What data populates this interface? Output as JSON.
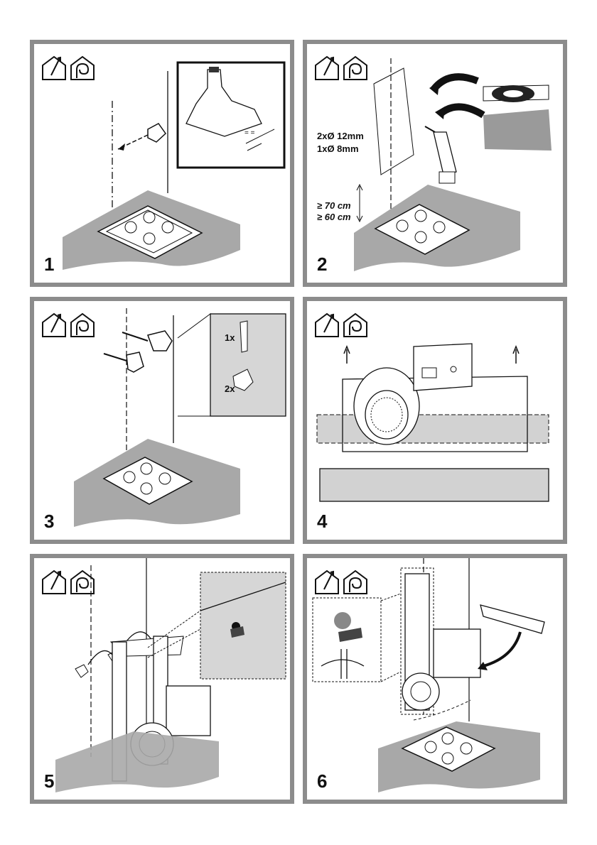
{
  "steps": [
    {
      "number": "1"
    },
    {
      "number": "2",
      "drill_holes_12": "2xØ 12mm",
      "drill_holes_8": "1xØ 8mm",
      "height_gas": "≥ 70 cm",
      "height_electric": "≥ 60 cm"
    },
    {
      "number": "3",
      "qty_plug": "1x",
      "qty_bracket": "2x"
    },
    {
      "number": "4"
    },
    {
      "number": "5"
    },
    {
      "number": "6"
    }
  ],
  "icons": [
    "ducted-mode-icon",
    "recirculating-mode-icon"
  ],
  "colors": {
    "border": "#8c8c8c",
    "counter": "#a8a8a8",
    "ink": "#111111"
  }
}
